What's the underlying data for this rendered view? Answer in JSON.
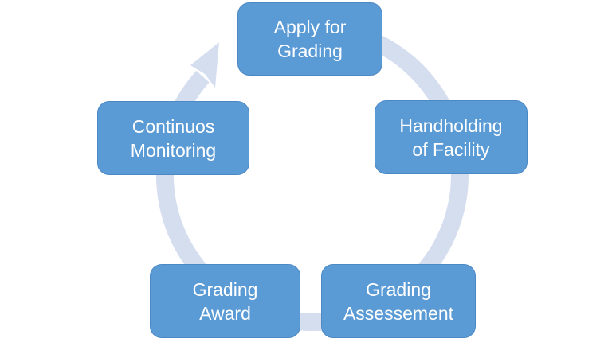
{
  "diagram": {
    "type": "cycle",
    "nodes": [
      {
        "name": "apply-for-grading",
        "line1": "Apply for",
        "line2": "Grading"
      },
      {
        "name": "handholding-of-facility",
        "line1": "Handholding",
        "line2": "of Facility"
      },
      {
        "name": "grading-assessement",
        "line1": "Grading",
        "line2": "Assessement"
      },
      {
        "name": "grading-award",
        "line1": "Grading",
        "line2": "Award"
      },
      {
        "name": "continuos-monitoring",
        "line1": "Continuos",
        "line2": "Monitoring"
      }
    ],
    "colors": {
      "node_fill": "#5B9BD5",
      "node_border": "#4C88C4",
      "node_text": "#FFFFFF",
      "arrow": "#D4DEEF",
      "background": "#FFFFFF"
    }
  }
}
